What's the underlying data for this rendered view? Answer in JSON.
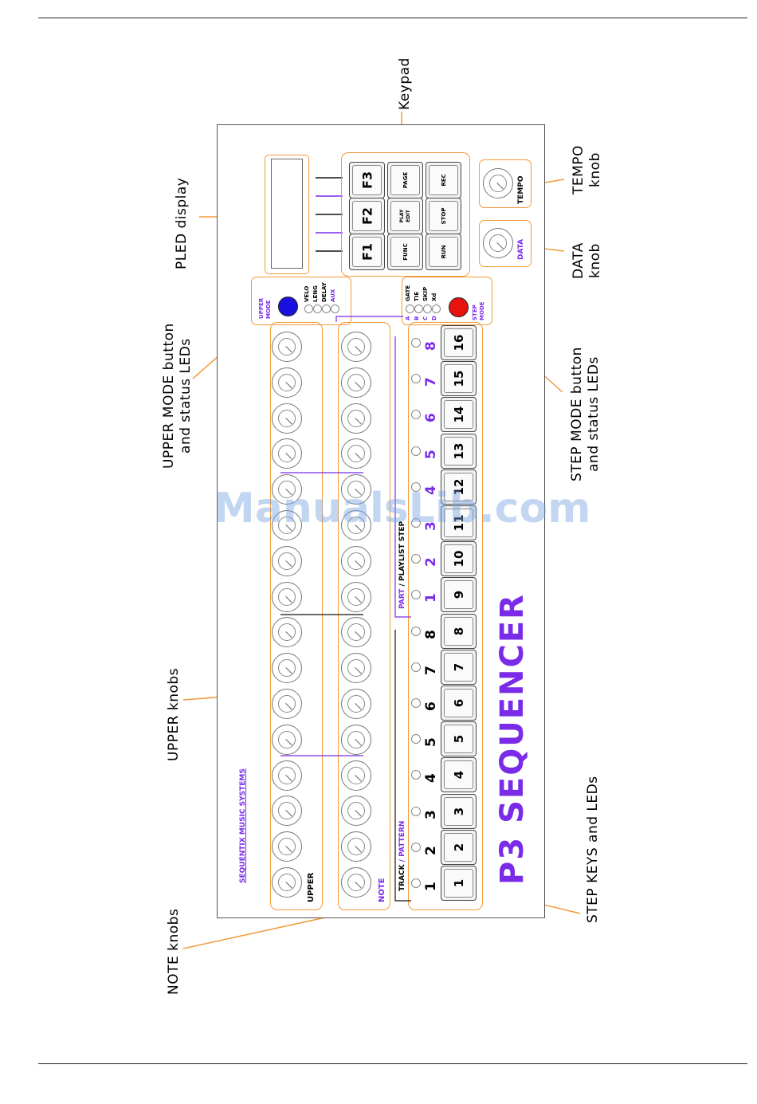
{
  "callouts": {
    "keypad": "Keypad",
    "pled": "PLED display",
    "tempo_l1": "TEMPO",
    "tempo_l2": "knob",
    "data_l1": "DATA",
    "data_l2": "knob",
    "upper_mode_l1": "UPPER MODE button",
    "upper_mode_l2": "and status LEDs",
    "step_mode_l1": "STEP MODE button",
    "step_mode_l2": "and status LEDs",
    "upper_knobs": "UPPER knobs",
    "note_knobs": "NOTE knobs",
    "step_keys": "STEP KEYS and LEDs"
  },
  "panel": {
    "brand": "SEQUENTIX MUSIC SYSTEMS",
    "product": "P3 SEQUENCER",
    "upper_label": "UPPER",
    "note_label": "NOTE",
    "tempo_label": "TEMPO",
    "data_label": "DATA",
    "upper_mode_label": "UPPER MODE",
    "step_mode_label": "STEP MODE",
    "upper_leds": [
      "VELO",
      "LENG",
      "DELAY",
      "AUX"
    ],
    "step_leds": [
      {
        "letter": "A",
        "label": "GATE"
      },
      {
        "letter": "B",
        "label": "TIE"
      },
      {
        "letter": "C",
        "label": "SKIP"
      },
      {
        "letter": "D",
        "label": "Xd"
      }
    ],
    "track_label": "TRACK",
    "pattern_label": "/ PATTERN",
    "part_label": "PART",
    "playlist_label": "/ PLAYLIST",
    "step_label": "STEP",
    "bank_numbers": [
      "1",
      "2",
      "3",
      "4",
      "5",
      "6",
      "7",
      "8",
      "1",
      "2",
      "3",
      "4",
      "5",
      "6",
      "7",
      "8"
    ],
    "step_keys": [
      "1",
      "2",
      "3",
      "4",
      "5",
      "6",
      "7",
      "8",
      "9",
      "10",
      "11",
      "12",
      "13",
      "14",
      "15",
      "16"
    ],
    "keypad": {
      "row1": [
        "F3",
        "PAGE",
        "REC"
      ],
      "row2": [
        "F2",
        "PLAY EDIT",
        "STOP"
      ],
      "row3": [
        "F1",
        "FUNC",
        "RUN"
      ]
    }
  },
  "watermark": "ManualsLib.com",
  "colors": {
    "accent_orange": "#f29a3a",
    "purple": "#7a2be8",
    "upper_button": "#1a10e0",
    "step_button": "#e8120e"
  }
}
